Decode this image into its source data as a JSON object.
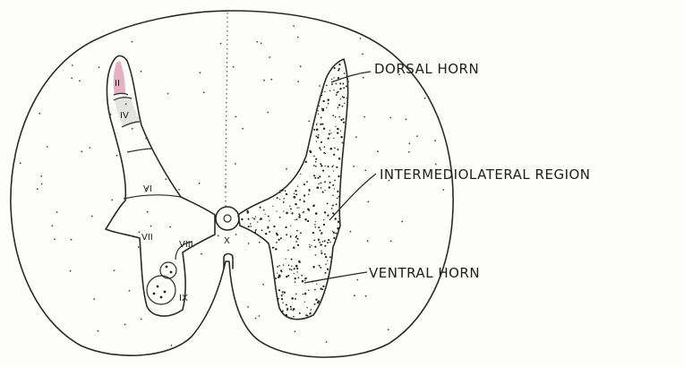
{
  "labels": {
    "dorsal_horn": "DORSAL HORN",
    "intermediolateral": "INTERMEDIOLATERAL REGION",
    "ventral_horn": "VENTRAL HORN"
  },
  "laminae": [
    "II",
    "IV",
    "VI",
    "VII",
    "VIII",
    "IX",
    "X"
  ],
  "colors": {
    "ink": "#2a2a2a",
    "paper": "#fdfdfb",
    "lamina_tint": "#d0d0d0",
    "lamina_highlight": "#e6b0c4"
  }
}
